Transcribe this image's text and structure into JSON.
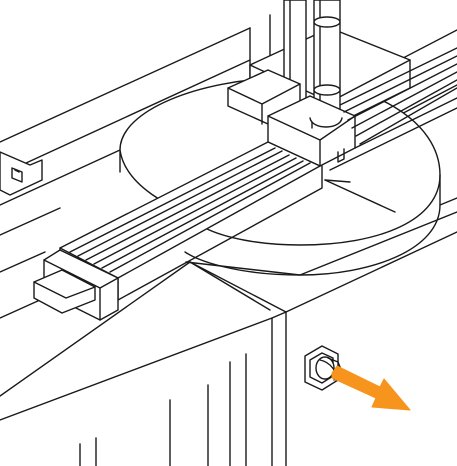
{
  "figure": {
    "kind": "isometric line illustration",
    "stroke": "#1a1a1a",
    "fill": "#ffffff",
    "accent": "#f7941d",
    "parts": [
      "rotary-table",
      "linear-slide-rails",
      "slide-carriage",
      "vertical-cylinders",
      "cylinder-end-bracket",
      "machine-base-cabinet",
      "side-panel",
      "panel-connector",
      "direction-arrow"
    ]
  }
}
